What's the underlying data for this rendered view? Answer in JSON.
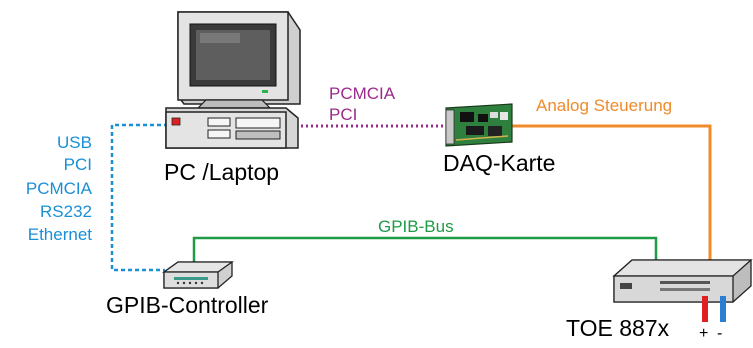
{
  "labels": {
    "pc": "PC /Laptop",
    "daq": "DAQ-Karte",
    "gpib_controller": "GPIB-Controller",
    "device": "TOE 887x",
    "gpib_bus": "GPIB-Bus",
    "analog": "Analog Steuerung",
    "plus": "+",
    "minus": "-"
  },
  "pc_daq_interfaces": [
    "PCMCIA",
    "PCI"
  ],
  "pc_controller_interfaces": [
    "USB",
    "PCI",
    "PCMCIA",
    "RS232",
    "Ethernet"
  ],
  "colors": {
    "interface_list": "#1a8fd6",
    "pc_daq_link": "#9b2a8c",
    "analog_link": "#f08a2a",
    "gpib_bus": "#1f9a46",
    "plus_terminal": "#e02020",
    "minus_terminal": "#2a7fd4"
  }
}
